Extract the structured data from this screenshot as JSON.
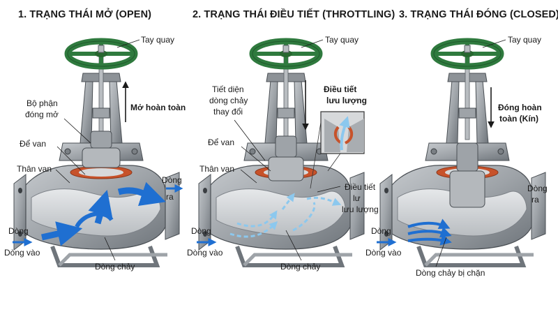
{
  "panels": [
    {
      "title": "1. TRẠNG THÁI MỞ (OPEN)",
      "labels": {
        "handwheel": "Tay quay",
        "closing_part": [
          "Bộ phận",
          "đóng mở"
        ],
        "action": [
          "Mở hoàn toàn"
        ],
        "seat": "Để van",
        "body": "Thân van",
        "inlet": [
          "Dòng",
          "Dòng vào"
        ],
        "outlet": [
          "Dòng",
          "ra"
        ],
        "flow": "Dòng chảy"
      }
    },
    {
      "title": "2. TRẠNG THÁI ĐIỀU TIẾT (THROTTLING)",
      "labels": {
        "handwheel": "Tay quay",
        "section": [
          "Tiết diện",
          "dòng chảy",
          "thay đổi"
        ],
        "zoom": [
          "Điều tiết",
          "lưu lượng"
        ],
        "seat": "Để van",
        "body": "Thân van",
        "throttle": [
          "Điều tiết",
          "lư",
          "lưu lượng"
        ],
        "inlet": [
          "Dòng",
          "Dòng vào"
        ],
        "flow": "Dòng chảy"
      }
    },
    {
      "title": "3. TRẠNG THÁI ĐÓNG (CLOSED)",
      "labels": {
        "handwheel": "Tay quay",
        "action": [
          "Đóng hoàn",
          "toàn (Kín)"
        ],
        "outlet": [
          "Dòng",
          "ra"
        ],
        "inlet": [
          "Dòng",
          "Dòng vào"
        ],
        "flow": "Dòng chảy bị chặn"
      }
    }
  ],
  "colors": {
    "wheel": "#2f7a3e",
    "body": "#9ea3a8",
    "body_dark": "#6f757b",
    "cut": "#d7d9db",
    "seal": "#c7522a",
    "flow_full": "#1f6fd1",
    "flow_light": "#8cc8ee",
    "text": "#1a1a1a"
  }
}
